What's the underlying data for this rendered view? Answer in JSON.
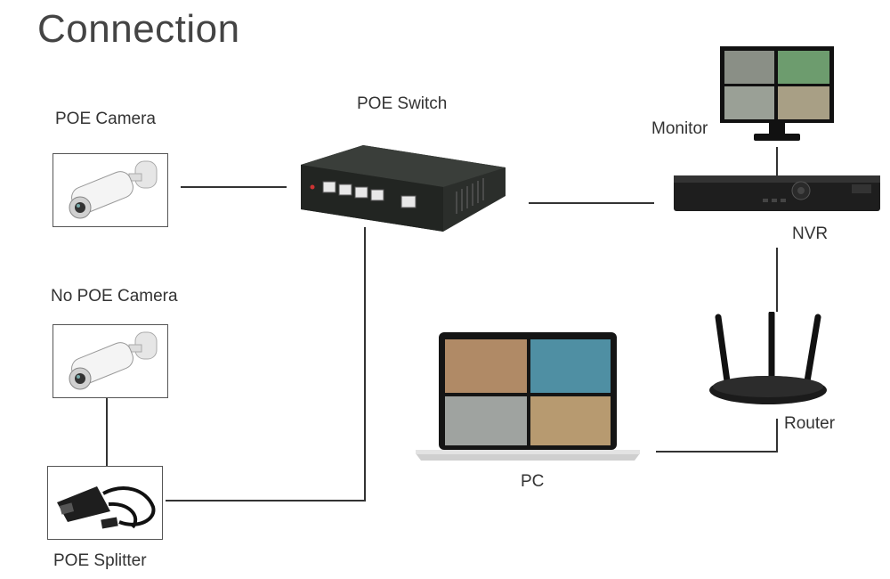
{
  "title": "Connection",
  "labels": {
    "poe_camera": "POE Camera",
    "no_poe_camera": "No POE Camera",
    "poe_splitter": "POE Splitter",
    "poe_switch": "POE Switch",
    "monitor": "Monitor",
    "nvr": "NVR",
    "router": "Router",
    "pc": "PC"
  },
  "colors": {
    "line": "#333333",
    "device_dark": "#2a2a2a",
    "camera_body": "#f2f2f2"
  }
}
